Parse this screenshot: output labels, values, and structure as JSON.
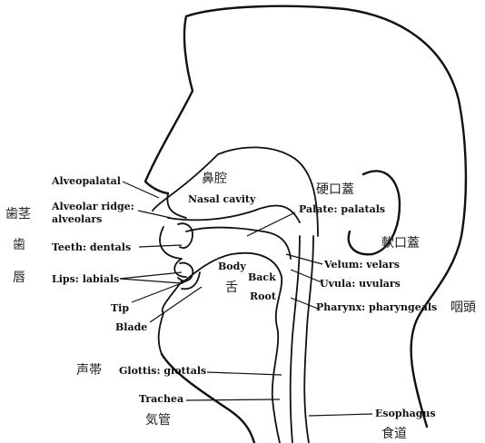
{
  "labels": {
    "alveopalatal": "Alveopalatal",
    "alveolar_ridge_1": "Alveolar ridge:",
    "alveolar_ridge_2": "alveolars",
    "teeth": "Teeth: dentals",
    "lips": "Lips: labials",
    "tip": "Tip",
    "blade": "Blade",
    "body": "Body",
    "back": "Back",
    "root": "Root",
    "nasal_cavity": "Nasal cavity",
    "palate": "Palate: palatals",
    "velum": "Velum: velars",
    "uvula": "Uvula: uvulars",
    "pharynx": "Pharynx: pharyngeals",
    "glottis": "Glottis: glottals",
    "trachea": "Trachea",
    "esophagus": "Esophagus"
  },
  "jp_labels": {
    "alveolar_ridge": "歯茎",
    "teeth": "歯",
    "lips": "唇",
    "nasal_cavity": "鼻腔",
    "hard_palate": "硬口蓋",
    "soft_palate": "軟口蓋",
    "pharynx": "咽頭",
    "tongue": "舌",
    "vocal_cords": "声帯",
    "trachea": "気管",
    "esophagus": "食道"
  }
}
